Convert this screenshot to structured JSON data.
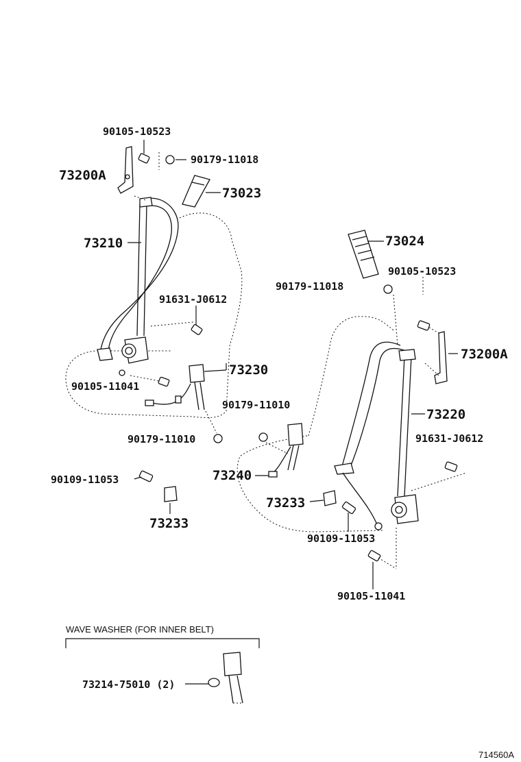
{
  "labels": {
    "p_90105_10523_left": "90105-10523",
    "p_90179_11018_left": "90179-11018",
    "p_73200A_left": "73200A",
    "p_73023": "73023",
    "p_73210": "73210",
    "p_91631_J0612_left": "91631-J0612",
    "p_73230": "73230",
    "p_90105_11041_left": "90105-11041",
    "p_90179_11010_left": "90179-11010",
    "p_90109_11053_left": "90109-11053",
    "p_73233_left": "73233",
    "p_73024": "73024",
    "p_90105_10523_right": "90105-10523",
    "p_90179_11018_right": "90179-11018",
    "p_73200A_right": "73200A",
    "p_73220": "73220",
    "p_91631_J0612_right": "91631-J0612",
    "p_90179_11010_right": "90179-11010",
    "p_73240": "73240",
    "p_73233_right": "73233",
    "p_90109_11053_right": "90109-11053",
    "p_90105_11041_right": "90105-11041",
    "p_73214_75010": "73214-75010 (2)"
  },
  "inset": {
    "title": "WAVE WASHER (FOR INNER BELT)"
  },
  "figure_id": "714560A"
}
